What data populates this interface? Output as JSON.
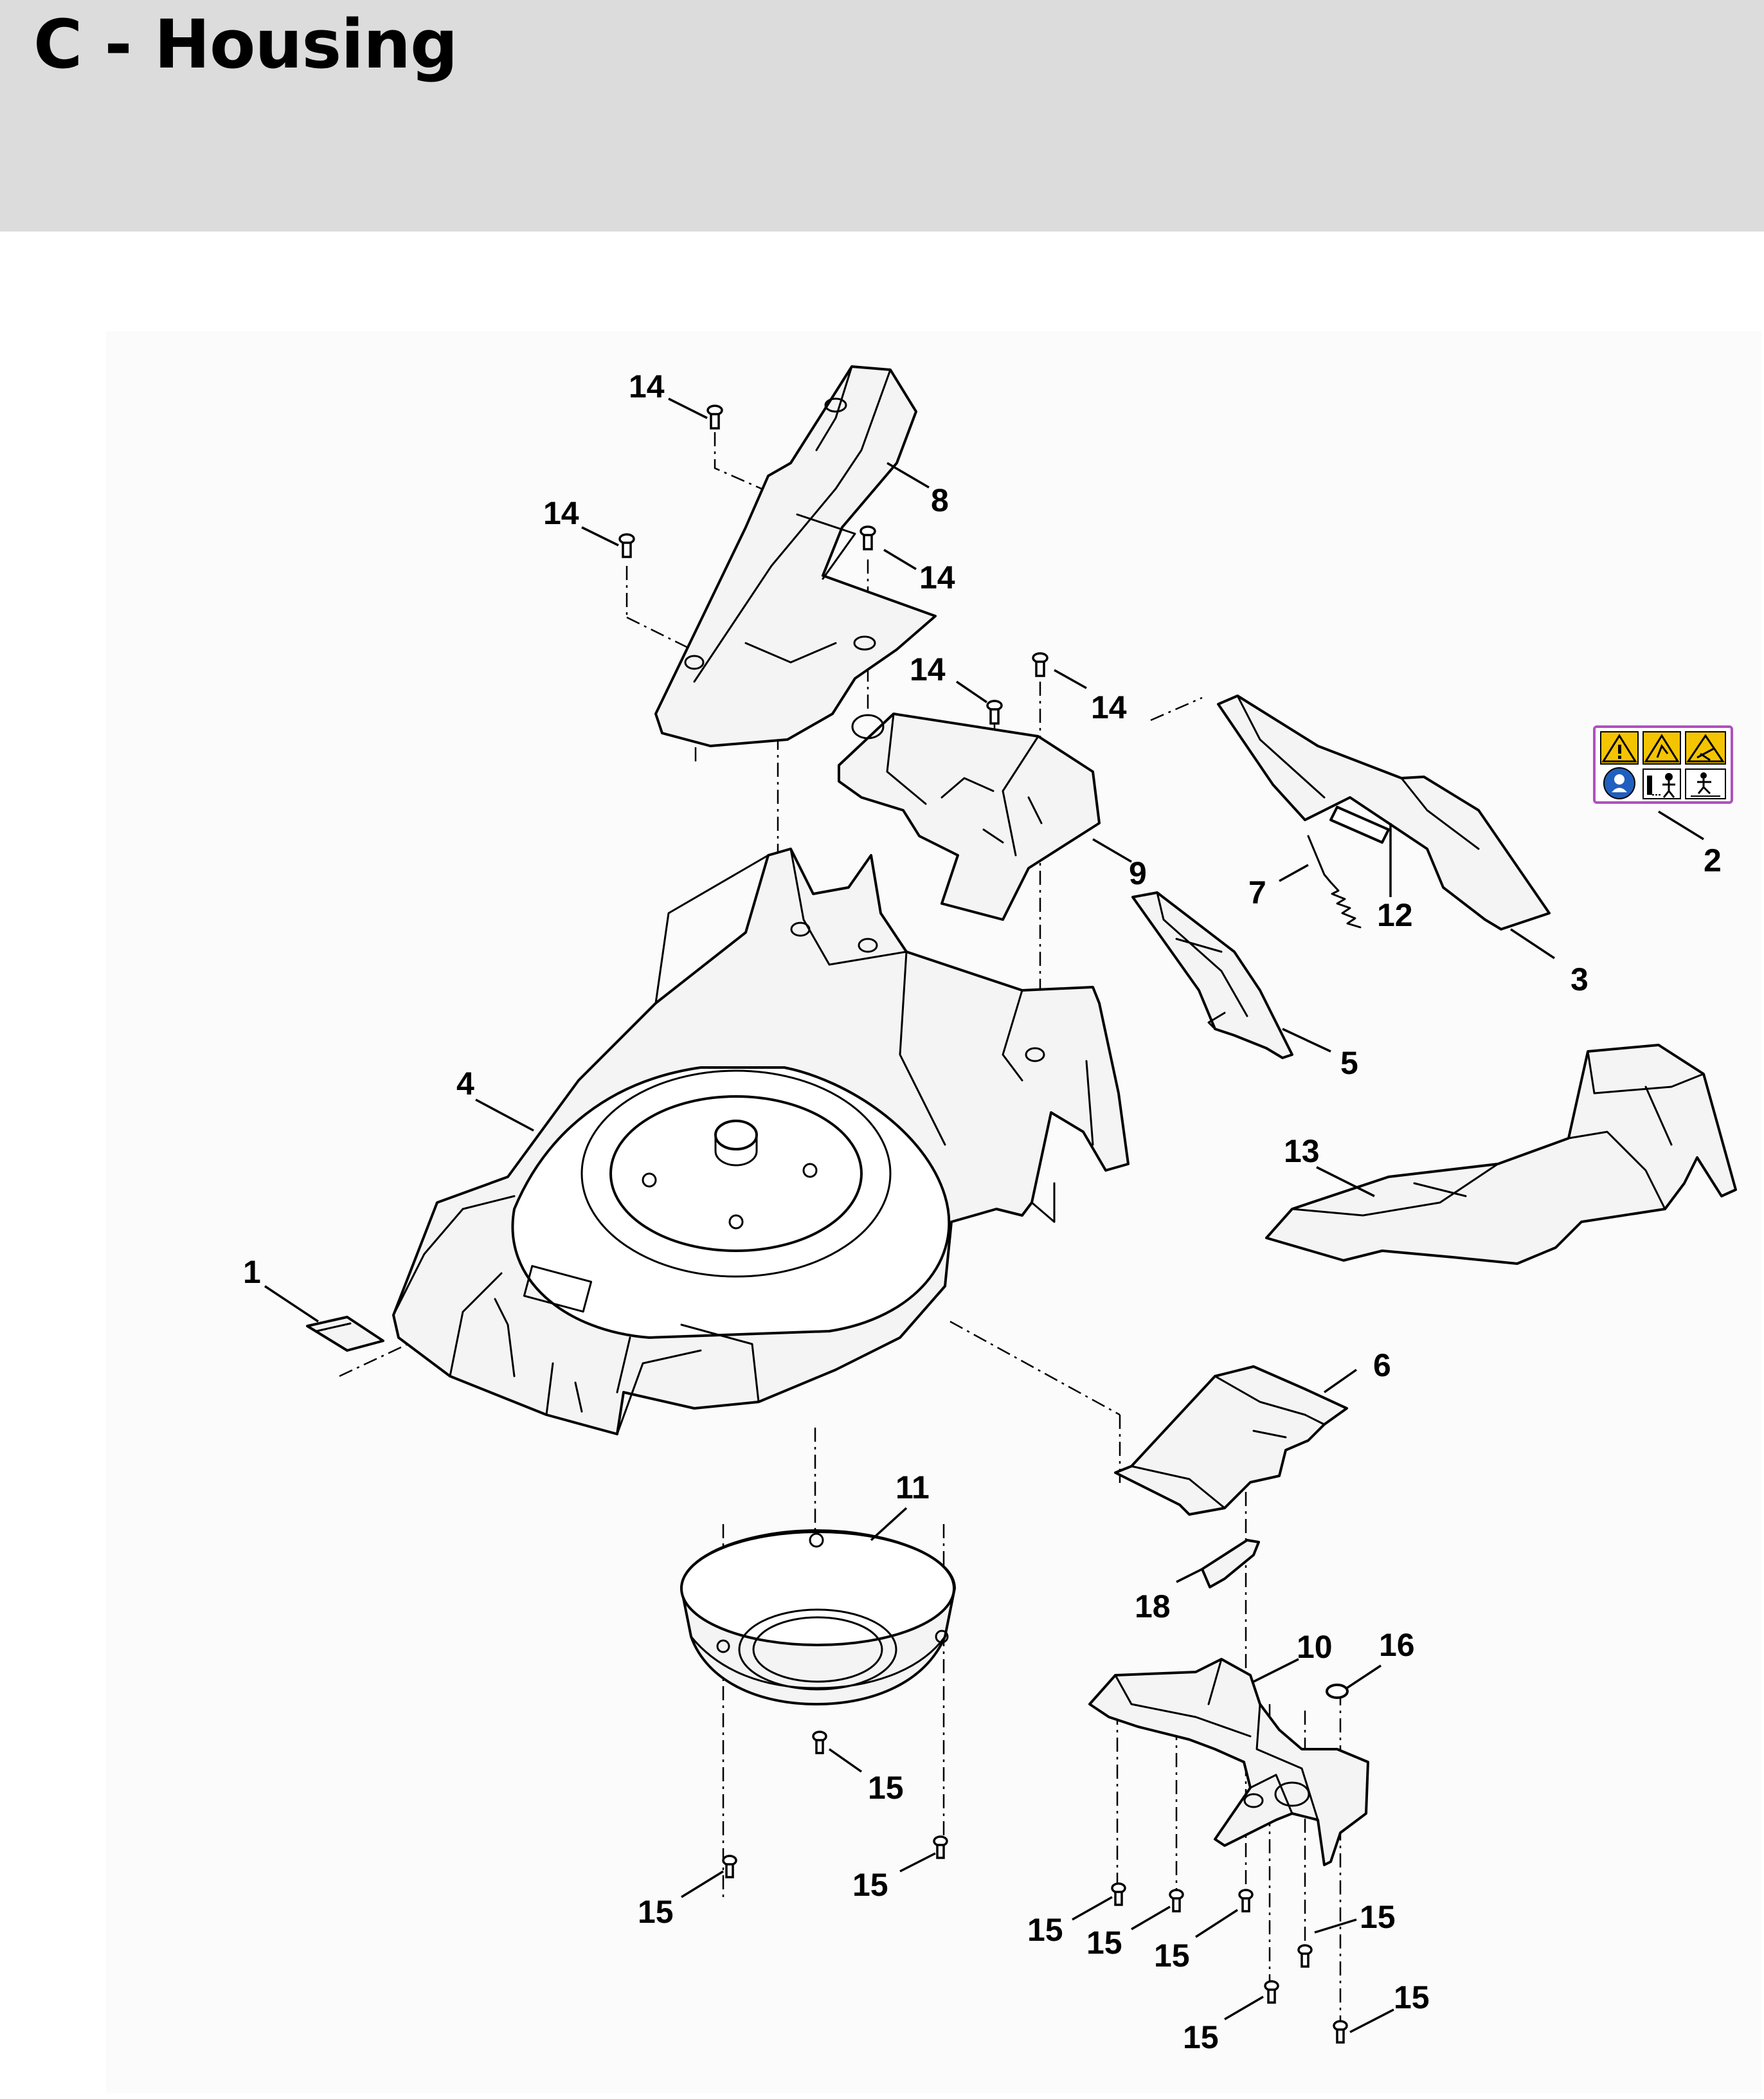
{
  "page": {
    "title": "C - Housing"
  },
  "callouts": {
    "c1": "1",
    "c2": "2",
    "c3": "3",
    "c4": "4",
    "c5": "5",
    "c6": "6",
    "c7": "7",
    "c8": "8",
    "c9": "9",
    "c10": "10",
    "c11": "11",
    "c12": "12",
    "c13": "13",
    "c14": "14",
    "c15": "15",
    "c16": "16",
    "c18": "18"
  },
  "colors": {
    "header_bg": "#dcdcdc",
    "line": "#000000",
    "warning_yellow": "#f5c400",
    "mandatory_blue": "#1f5fbf",
    "label_border": "#b050c0"
  },
  "icons": [
    "warning-triangle-icon",
    "mandatory-blue-circle-icon",
    "operator-pictogram-icon"
  ]
}
